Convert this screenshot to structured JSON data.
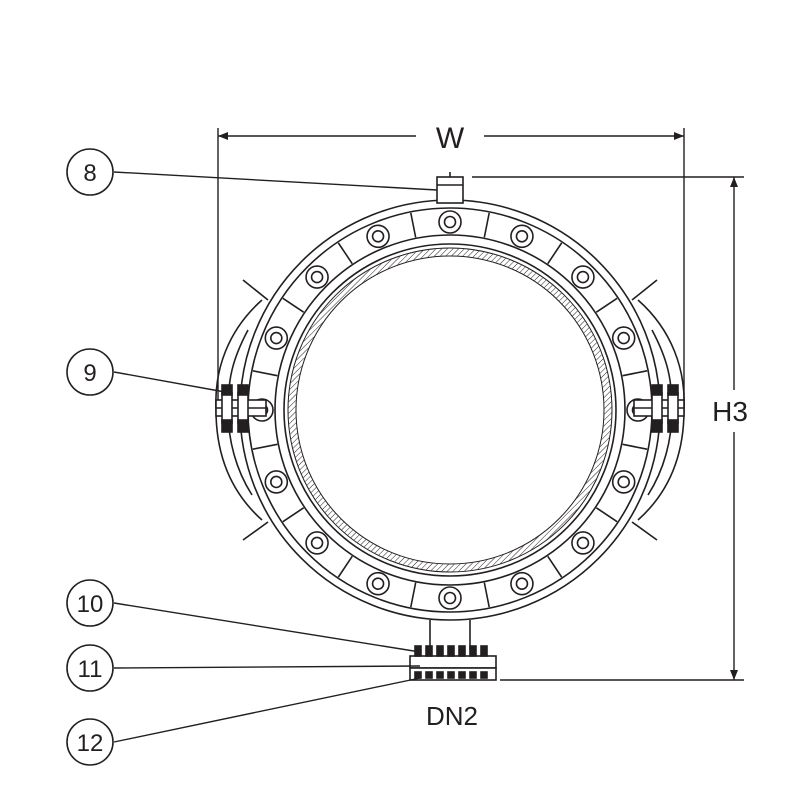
{
  "dimensions": {
    "width_label": "W",
    "height_label": "H3",
    "outlet_label": "DN2"
  },
  "callouts": [
    {
      "number": "8"
    },
    {
      "number": "9"
    },
    {
      "number": "10"
    },
    {
      "number": "11"
    },
    {
      "number": "12"
    }
  ],
  "colors": {
    "line": "#231f20",
    "background": "#ffffff"
  }
}
